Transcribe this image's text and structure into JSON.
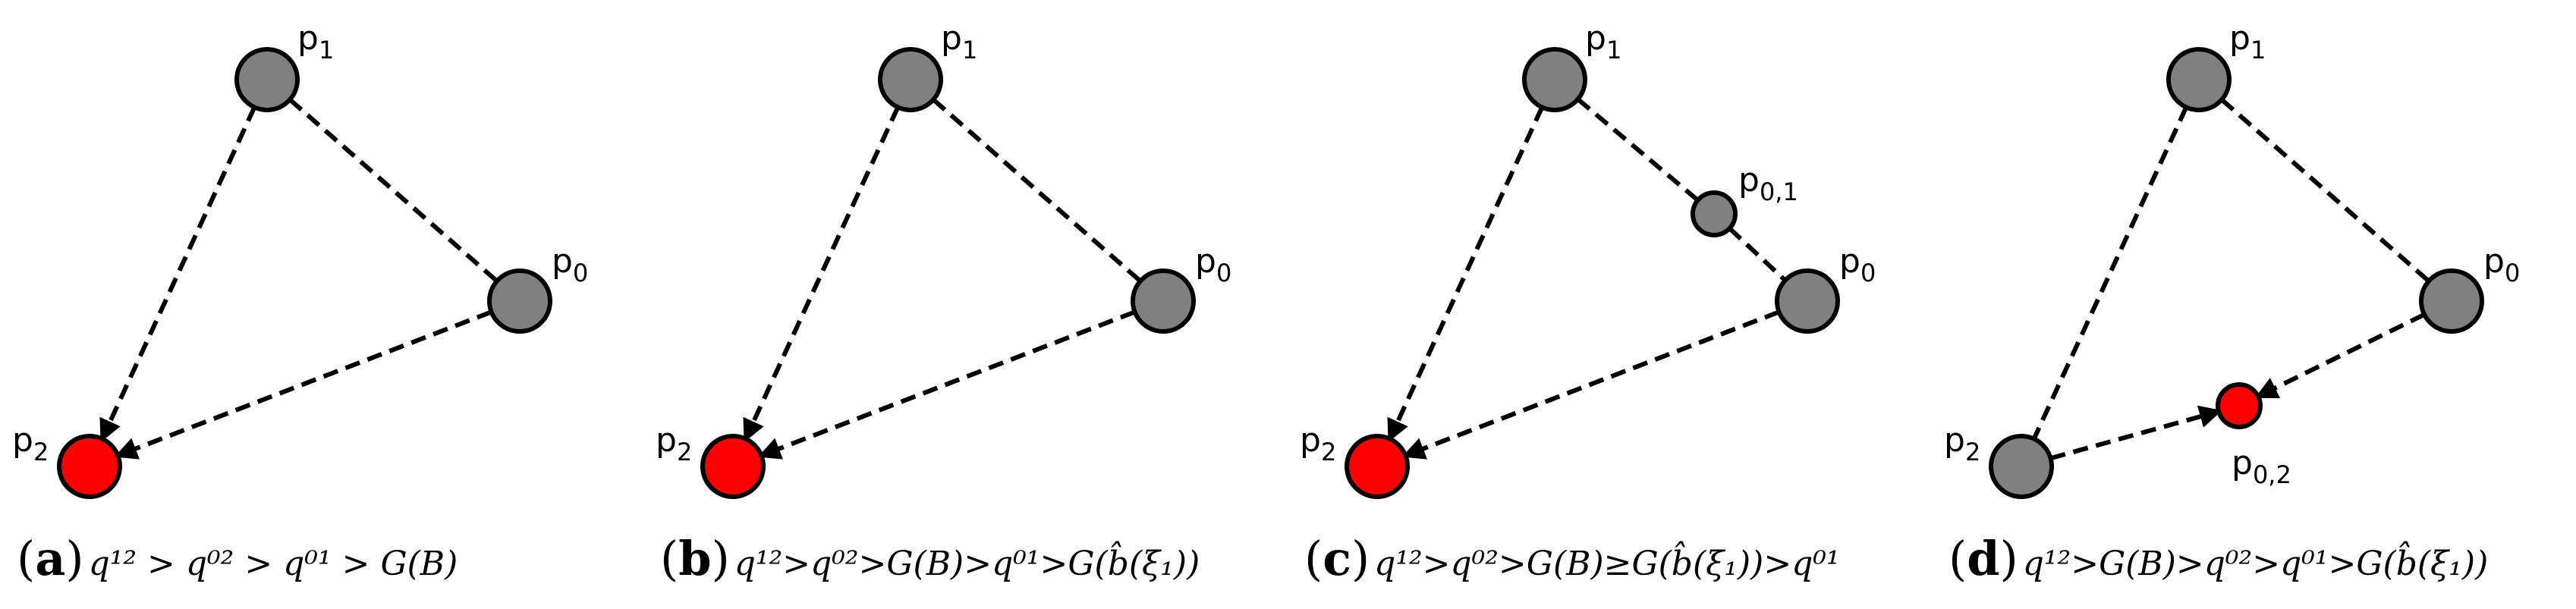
{
  "colors": {
    "node_gray": "#808080",
    "node_red": "#ff0000",
    "stroke": "#000000"
  },
  "panels": [
    {
      "id": "a",
      "letter": "a",
      "caption": "q¹² > q⁰² > q⁰¹ > G(B)",
      "nodes": [
        {
          "id": "p1",
          "base": "p",
          "sub": "1",
          "fill": "gray"
        },
        {
          "id": "p0",
          "base": "p",
          "sub": "0",
          "fill": "gray"
        },
        {
          "id": "p2",
          "base": "p",
          "sub": "2",
          "fill": "red"
        }
      ]
    },
    {
      "id": "b",
      "letter": "b",
      "caption": "q¹²>q⁰²>G(B)>q⁰¹>G(b̂(ξ₁))",
      "nodes": [
        {
          "id": "p1",
          "base": "p",
          "sub": "1",
          "fill": "gray"
        },
        {
          "id": "p0",
          "base": "p",
          "sub": "0",
          "fill": "gray"
        },
        {
          "id": "p2",
          "base": "p",
          "sub": "2",
          "fill": "red"
        }
      ]
    },
    {
      "id": "c",
      "letter": "c",
      "caption": "q¹²>q⁰²>G(B)≥G(b̂(ξ₁))>q⁰¹",
      "nodes": [
        {
          "id": "p1",
          "base": "p",
          "sub": "1",
          "fill": "gray"
        },
        {
          "id": "p01",
          "base": "p",
          "sub": "0,1",
          "fill": "gray"
        },
        {
          "id": "p0",
          "base": "p",
          "sub": "0",
          "fill": "gray"
        },
        {
          "id": "p2",
          "base": "p",
          "sub": "2",
          "fill": "red"
        }
      ]
    },
    {
      "id": "d",
      "letter": "d",
      "caption": "q¹²>G(B)>q⁰²>q⁰¹>G(b̂(ξ₁))",
      "nodes": [
        {
          "id": "p1",
          "base": "p",
          "sub": "1",
          "fill": "gray"
        },
        {
          "id": "p0",
          "base": "p",
          "sub": "0",
          "fill": "gray"
        },
        {
          "id": "p2",
          "base": "p",
          "sub": "2",
          "fill": "gray"
        },
        {
          "id": "p02",
          "base": "p",
          "sub": "0,2",
          "fill": "red"
        }
      ]
    }
  ]
}
